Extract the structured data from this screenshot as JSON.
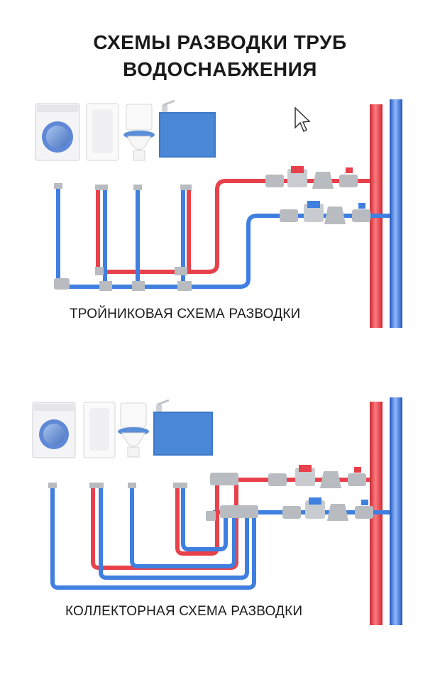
{
  "title": {
    "line1": "СХЕМЫ РАЗВОДКИ ТРУБ",
    "line2": "ВОДОСНАБЖЕНИЯ"
  },
  "diagrams": [
    {
      "caption": "ТРОЙНИКОВАЯ СХЕМА РАЗВОДКИ",
      "fixtures": [
        "washing-machine-icon",
        "bathtub-icon",
        "toilet-icon",
        "sink-cabinet-icon"
      ]
    },
    {
      "caption": "КОЛЛЕКТОРНАЯ СХЕМА РАЗВОДКИ",
      "fixtures": [
        "washing-machine-icon",
        "bathtub-icon",
        "toilet-icon",
        "sink-cabinet-icon"
      ]
    }
  ],
  "colors": {
    "hot_pipe": "#e8414b",
    "cold_pipe": "#3f7fe0",
    "fitting": "#b8bcc0",
    "cabinet": "#3b78c8"
  }
}
